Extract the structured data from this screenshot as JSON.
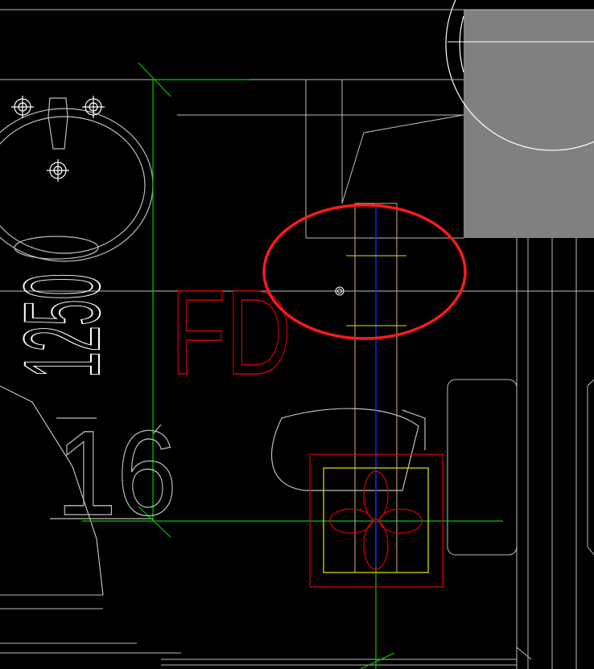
{
  "canvas": {
    "background": "#000000"
  },
  "colors": {
    "white_lines": "#bdbdbd",
    "bright_white": "#ffffff",
    "green": "#00c800",
    "red": "#e10000",
    "yellow": "#e6e600",
    "blue": "#1e1eff",
    "grey_fill": "#808080",
    "highlight_red": "#ff1a1a"
  },
  "annotations": {
    "dimension_text": "1250",
    "fd_label": "FD",
    "stair_number": "16"
  },
  "icons": {
    "tap_icon": "crosshair-circle",
    "drain_icon": "four-petal-floor-drain",
    "snap_marker": "concentric-circle"
  }
}
